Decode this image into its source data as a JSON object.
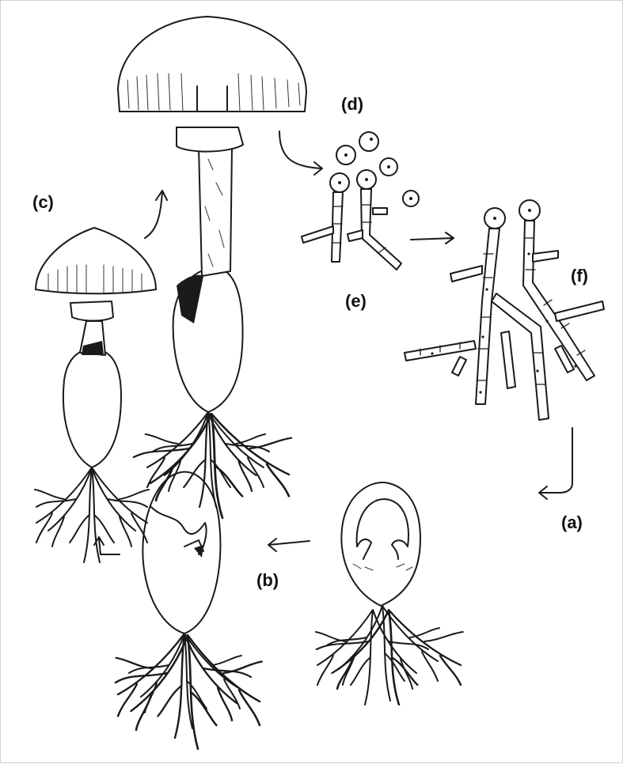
{
  "diagram": {
    "labels": {
      "a": "(a)",
      "b": "(b)",
      "c": "(c)",
      "d": "(d)",
      "e": "(e)",
      "f": "(f)"
    }
  }
}
